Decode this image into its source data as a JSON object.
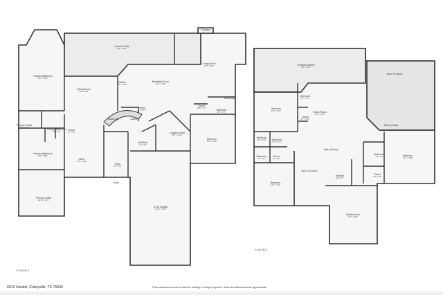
{
  "floor1": {
    "label": "FLOOR 1",
    "rooms": [
      {
        "name": "Covered Patio",
        "dims": "38'8\" x 11'0\""
      },
      {
        "name": "Living Room",
        "dims": "21'8\" x 24'6\""
      },
      {
        "name": "Fireplace",
        "dims": ""
      },
      {
        "name": "Primary Bathroom",
        "dims": "14'4\" x 26'8\""
      },
      {
        "name": "Dining Room",
        "dims": "14'0\" x 16'6\""
      },
      {
        "name": "Kitchen",
        "dims": "17'6\" x 23'0\""
      },
      {
        "name": "Breakfast Room",
        "dims": "13'6\" x 17'9\""
      },
      {
        "name": "Stairs (Up)",
        "dims": ""
      },
      {
        "name": "Closet",
        "dims": ""
      },
      {
        "name": "Pantry",
        "dims": "7'3\" x 6'7\""
      },
      {
        "name": "Closet",
        "dims": "10'5\" x 7'0\""
      },
      {
        "name": "Stairs (Up)",
        "dims": ""
      },
      {
        "name": "Bathroom",
        "dims": "8'7\" x 5'9\""
      },
      {
        "name": "Primary Closet",
        "dims": "5'5\" x 6'10\""
      },
      {
        "name": "Primary Bathroom",
        "dims": "9'8\" x 5'8\""
      },
      {
        "name": "Closet",
        "dims": "3'7\" x 3'8\""
      },
      {
        "name": "Laundry Room",
        "dims": "13'6\" x 10'11\""
      },
      {
        "name": "Half Bath",
        "dims": "7'4\" x 5'6\""
      },
      {
        "name": "Bedroom",
        "dims": "16'8\" x 16'8\""
      },
      {
        "name": "Primary Bathroom",
        "dims": "15'1\" x 18'3\""
      },
      {
        "name": "Office",
        "dims": "14'1\" x 13'8\""
      },
      {
        "name": "Foyer",
        "dims": "9'1\" x 7'8\""
      },
      {
        "name": "Entry",
        "dims": ""
      },
      {
        "name": "3 Car Garage",
        "dims": "20'10\" x 40'9\""
      },
      {
        "name": "Primary Closet",
        "dims": "18'10\" x 13'3\""
      }
    ]
  },
  "floor2": {
    "label": "FLOOR 2",
    "rooms": [
      {
        "name": "Covered Balcony",
        "dims": "38'8\" x 11'1\""
      },
      {
        "name": "Bedroom",
        "dims": "14'4\" x 15'7\""
      },
      {
        "name": "Bathroom",
        "dims": "6'3\" x 7'10\""
      },
      {
        "name": "Closet",
        "dims": "5'7\" x 6'11\""
      },
      {
        "name": "Game Room",
        "dims": "18'8\" x 22'8\""
      },
      {
        "name": "Open To Below",
        "dims": ""
      },
      {
        "name": "Stairs (Down)",
        "dims": ""
      },
      {
        "name": "Bathroom",
        "dims": "6'8\" x 5'10\""
      },
      {
        "name": "Bathroom",
        "dims": "6'7\" x 7'10\""
      },
      {
        "name": "Bathroom",
        "dims": "5'4\" x 6'6\""
      },
      {
        "name": "Closet",
        "dims": "4'5\" x 6'0\""
      },
      {
        "name": "Bedroom",
        "dims": "14'7\" x 15'6\""
      },
      {
        "name": "Open To Below",
        "dims": ""
      },
      {
        "name": "Stairs (Down)",
        "dims": ""
      },
      {
        "name": "Wet Bar",
        "dims": "9'8\" x 9'7\""
      },
      {
        "name": "Bathroom",
        "dims": "6'8\" x 6'5\""
      },
      {
        "name": "Closet",
        "dims": "6'9\" x 5'9\""
      },
      {
        "name": "Bedroom",
        "dims": "13'7\" x 16'8\""
      },
      {
        "name": "Media Room",
        "dims": "14'7\" x 19'8\""
      }
    ]
  },
  "footer": {
    "address": "6912 Handel, Colleyville, TX 76034",
    "disclaimer": "Floor plans/tour cannot be used for building or design purposes. Sizes and dimensions are approximate."
  },
  "colors": {
    "wall": "#333333",
    "floor": "#f6f6f6",
    "hatched": "#ececec",
    "open_to_below": "#e6e6e6"
  }
}
